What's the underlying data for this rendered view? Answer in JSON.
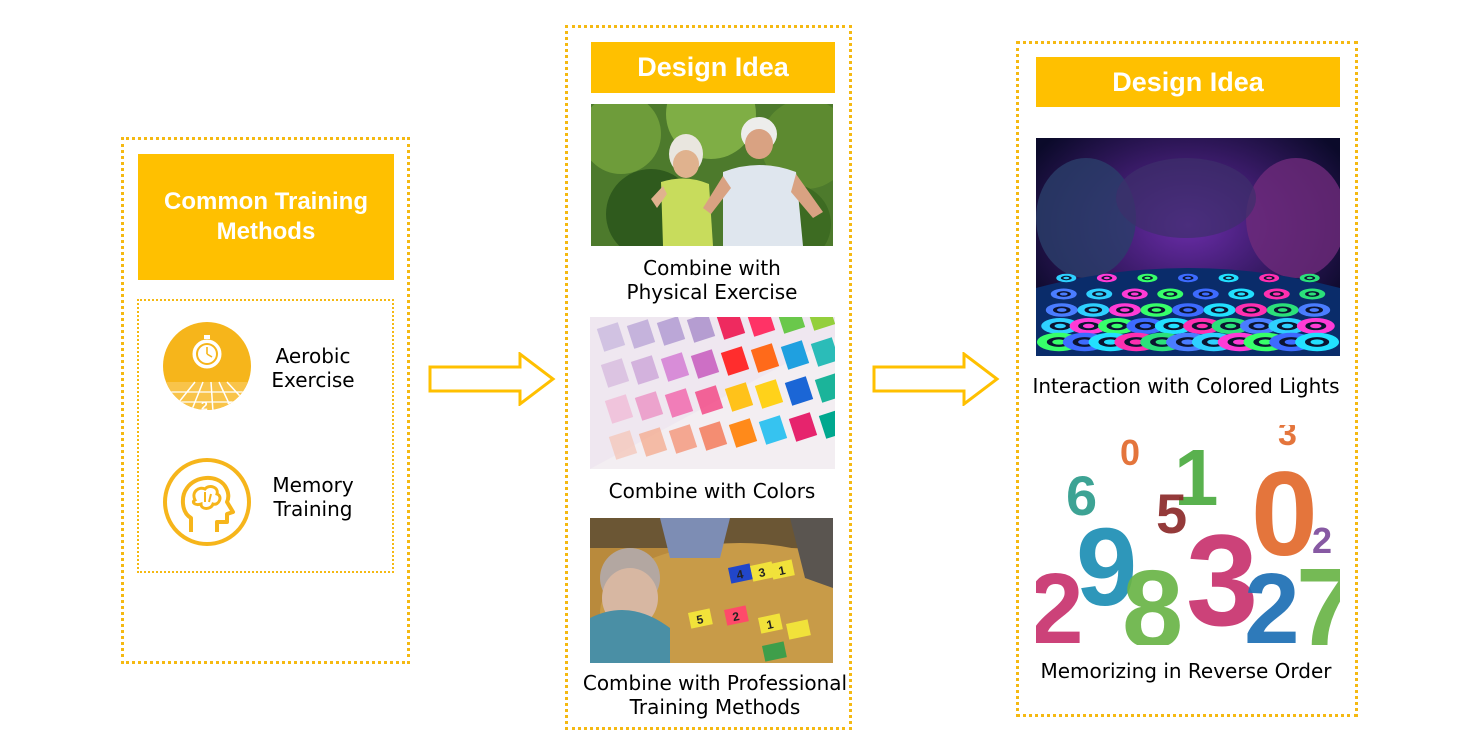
{
  "left_panel": {
    "title_line1": "Common Training",
    "title_line2": "Methods",
    "methods": [
      {
        "line1": "Aerobic",
        "line2": "Exercise",
        "icon": "stopwatch-track-icon"
      },
      {
        "line1": "Memory",
        "line2": "Training",
        "icon": "brain-head-icon"
      }
    ]
  },
  "middle_panel": {
    "title": "Design Idea",
    "items": [
      {
        "line1": "Combine with",
        "line2": "Physical Exercise"
      },
      {
        "line1": "Combine with Colors",
        "line2": ""
      },
      {
        "line1": "Combine with Professional",
        "line2": "Training Methods"
      }
    ]
  },
  "right_panel": {
    "title": "Design Idea",
    "items": [
      {
        "line1": "Interaction with Colored Lights"
      },
      {
        "line1": "Memorizing in Reverse Order"
      }
    ]
  },
  "colors": {
    "accent": "#ffc000",
    "border": "#f5b912"
  },
  "photo_numbers": [
    "0",
    "1",
    "6",
    "5",
    "9",
    "3",
    "0",
    "2",
    "2",
    "8",
    "3",
    "2",
    "7"
  ],
  "card_numbers": [
    "4",
    "3",
    "1",
    "5",
    "2",
    "1"
  ]
}
